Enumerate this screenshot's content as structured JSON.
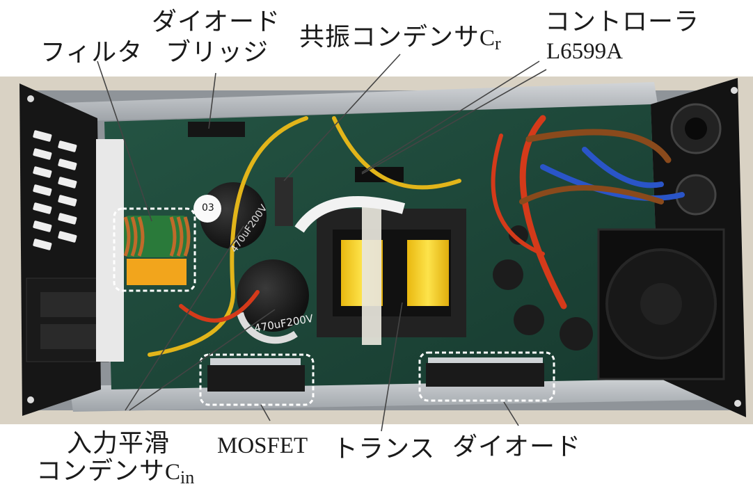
{
  "labels": {
    "filter": "フィルタ",
    "bridge_line1": "ダイオード",
    "bridge_line2": "ブリッジ",
    "resonant_cap": "共振コンデンサ",
    "resonant_cap_symbol": "C",
    "resonant_cap_sub": "r",
    "controller_line1": "コントローラ",
    "controller_line2": "L6599A",
    "input_cap_line1": "入力平滑",
    "input_cap_line2": "コンデンサ",
    "input_cap_symbol": "C",
    "input_cap_sub": "in",
    "mosfet": "MOSFET",
    "transformer": "トランス",
    "diode": "ダイオード"
  },
  "board_marks": {
    "cap_small": "470uF200V",
    "cap_large": "470uF200V",
    "number_tag": "03"
  },
  "colors": {
    "pcb": "#1f4a3c",
    "chassis": "#b8bcc0",
    "transformer_core": "#222222",
    "bobbin": "#f4d11c",
    "wire_red": "#d43a1a",
    "wire_blue": "#2a55c8",
    "wire_brown": "#8a4a1c",
    "wire_yellow": "#e2b51a"
  }
}
